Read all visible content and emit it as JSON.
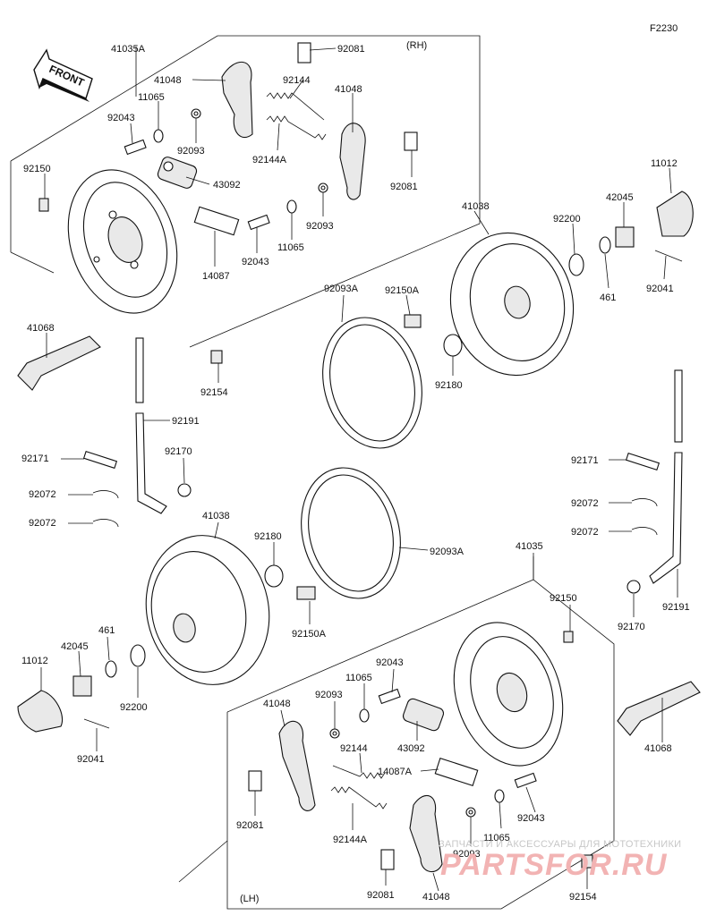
{
  "figure_code": "F2230",
  "front_label": "FRONT",
  "side_rh": "(RH)",
  "side_lh": "(LH)",
  "watermark": {
    "text": "ЗАПЧАСТИ И АКСЕССУАРЫ ДЛЯ МОТОТЕХНИКИ",
    "logo": "PARTSFOR.RU"
  },
  "labels": [
    {
      "id": "41035A",
      "text": "41035A"
    },
    {
      "id": "92081_rh_top",
      "text": "92081"
    },
    {
      "id": "41048_rh_a",
      "text": "41048"
    },
    {
      "id": "92144_rh",
      "text": "92144"
    },
    {
      "id": "41048_rh_b",
      "text": "41048"
    },
    {
      "id": "11065_rh_a",
      "text": "11065"
    },
    {
      "id": "92043_rh_a",
      "text": "92043"
    },
    {
      "id": "92093_rh_a",
      "text": "92093"
    },
    {
      "id": "92144A_rh",
      "text": "92144A"
    },
    {
      "id": "92150_rh",
      "text": "92150"
    },
    {
      "id": "43092_rh",
      "text": "43092"
    },
    {
      "id": "92081_rh_b",
      "text": "92081"
    },
    {
      "id": "92093_rh_b",
      "text": "92093"
    },
    {
      "id": "11065_rh_b",
      "text": "11065"
    },
    {
      "id": "92043_rh_b",
      "text": "92043"
    },
    {
      "id": "14087",
      "text": "14087"
    },
    {
      "id": "11012_rh",
      "text": "11012"
    },
    {
      "id": "42045_rh",
      "text": "42045"
    },
    {
      "id": "41038_rh",
      "text": "41038"
    },
    {
      "id": "92200_rh",
      "text": "92200"
    },
    {
      "id": "461_rh",
      "text": "461"
    },
    {
      "id": "92041_rh",
      "text": "92041"
    },
    {
      "id": "92093A_rh",
      "text": "92093A"
    },
    {
      "id": "92150A_rh",
      "text": "92150A"
    },
    {
      "id": "92180_rh",
      "text": "92180"
    },
    {
      "id": "41068_rh",
      "text": "41068"
    },
    {
      "id": "92154_rh",
      "text": "92154"
    },
    {
      "id": "92191_left",
      "text": "92191"
    },
    {
      "id": "92171_left",
      "text": "92171"
    },
    {
      "id": "92170_left",
      "text": "92170"
    },
    {
      "id": "92072_left_a",
      "text": "92072"
    },
    {
      "id": "92072_left_b",
      "text": "92072"
    },
    {
      "id": "92171_right",
      "text": "92171"
    },
    {
      "id": "92072_right_a",
      "text": "92072"
    },
    {
      "id": "92072_right_b",
      "text": "92072"
    },
    {
      "id": "92191_right",
      "text": "92191"
    },
    {
      "id": "92170_right",
      "text": "92170"
    },
    {
      "id": "41038_lh",
      "text": "41038"
    },
    {
      "id": "92180_lh",
      "text": "92180"
    },
    {
      "id": "92093A_lh",
      "text": "92093A"
    },
    {
      "id": "92150A_lh",
      "text": "92150A"
    },
    {
      "id": "461_lh",
      "text": "461"
    },
    {
      "id": "42045_lh",
      "text": "42045"
    },
    {
      "id": "11012_lh",
      "text": "11012"
    },
    {
      "id": "92200_lh",
      "text": "92200"
    },
    {
      "id": "92041_lh",
      "text": "92041"
    },
    {
      "id": "41035",
      "text": "41035"
    },
    {
      "id": "92150_lh",
      "text": "92150"
    },
    {
      "id": "92043_lh_a",
      "text": "92043"
    },
    {
      "id": "11065_lh_a",
      "text": "11065"
    },
    {
      "id": "92093_lh_a",
      "text": "92093"
    },
    {
      "id": "41048_lh_a",
      "text": "41048"
    },
    {
      "id": "92144_lh",
      "text": "92144"
    },
    {
      "id": "43092_lh",
      "text": "43092"
    },
    {
      "id": "14087A",
      "text": "14087A"
    },
    {
      "id": "41068_lh",
      "text": "41068"
    },
    {
      "id": "92081_lh_a",
      "text": "92081"
    },
    {
      "id": "92144A_lh",
      "text": "92144A"
    },
    {
      "id": "92093_lh_b",
      "text": "92093"
    },
    {
      "id": "11065_lh_b",
      "text": "11065"
    },
    {
      "id": "92043_lh_b",
      "text": "92043"
    },
    {
      "id": "92081_lh_b",
      "text": "92081"
    },
    {
      "id": "41048_lh_b",
      "text": "41048"
    },
    {
      "id": "92154_lh",
      "text": "92154"
    }
  ]
}
